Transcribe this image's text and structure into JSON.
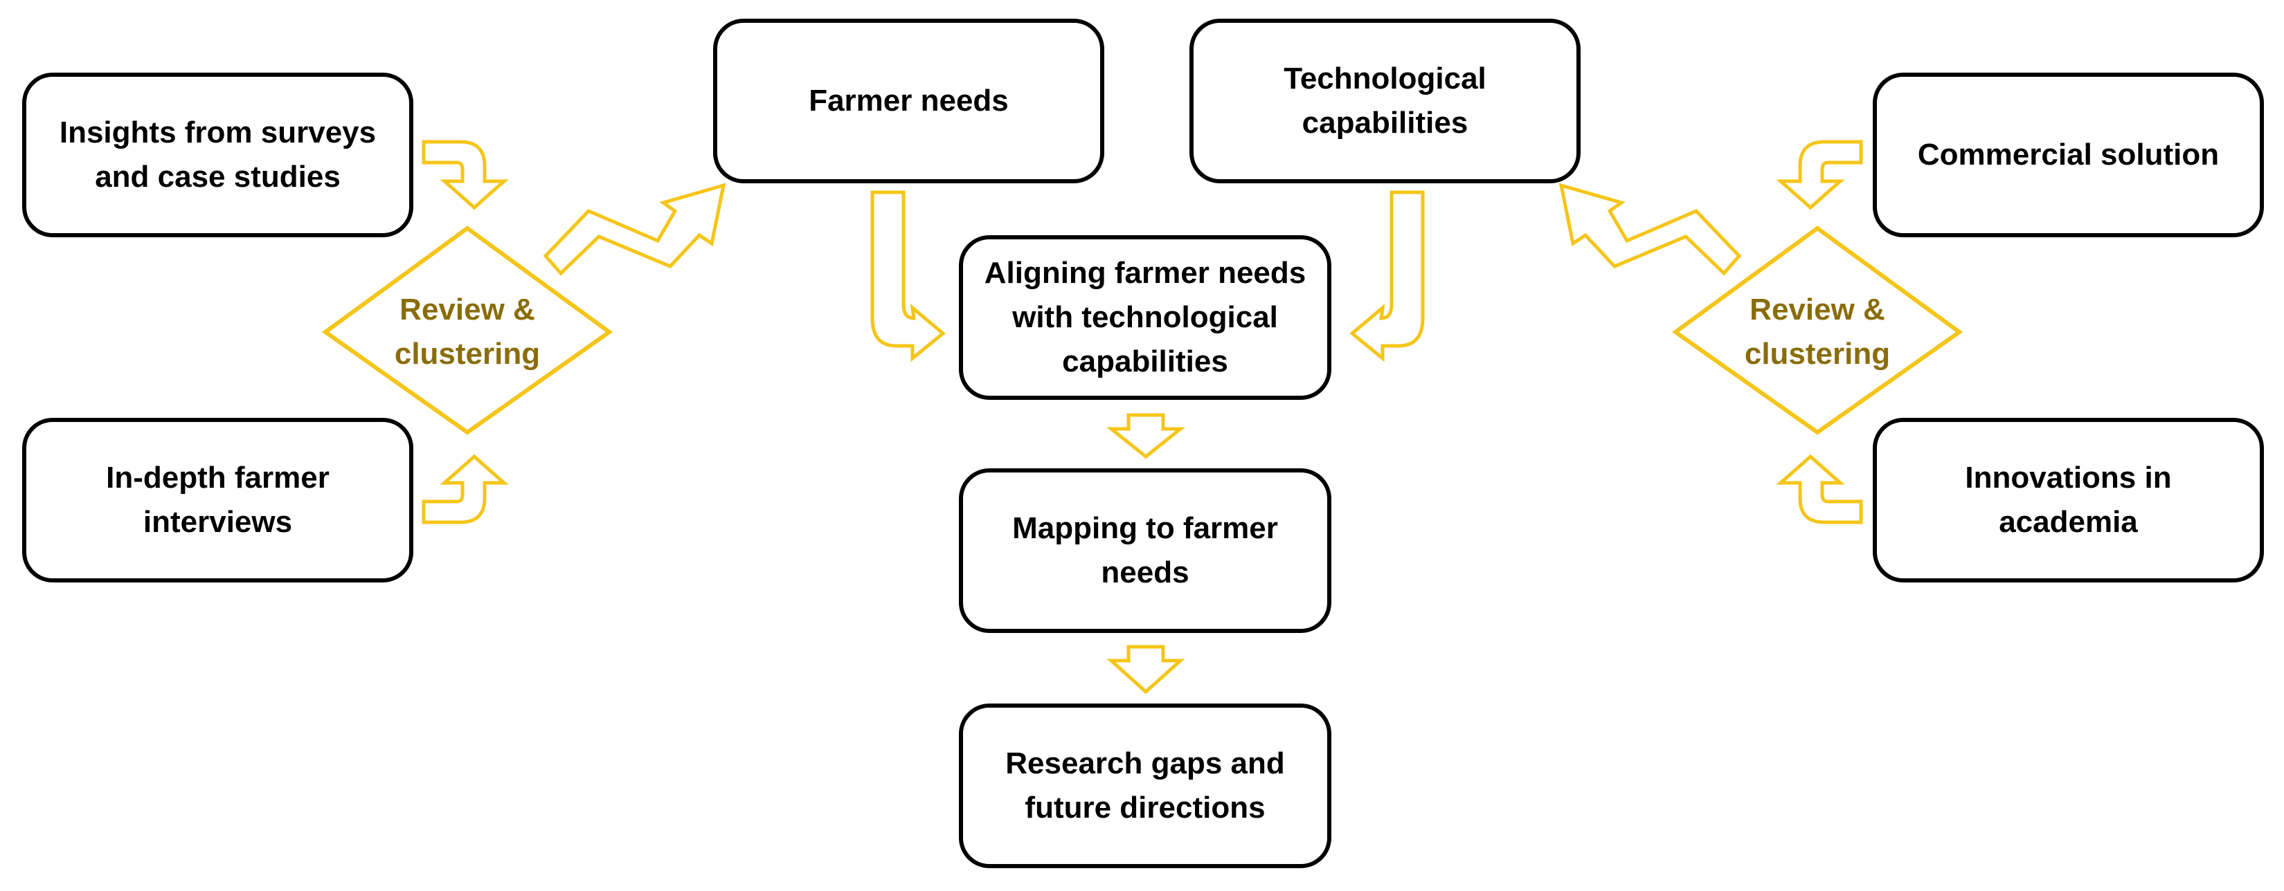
{
  "colors": {
    "arrow": "#F5C518",
    "diamond_stroke": "#F5C518",
    "diamond_text": "#8A6D0B",
    "box_border": "#000000"
  },
  "boxes": {
    "insights": {
      "line1": "Insights from surveys",
      "line2": "and case studies"
    },
    "interviews": {
      "line1": "In-depth farmer",
      "line2": "interviews"
    },
    "farmer_needs": {
      "line1": "Farmer needs"
    },
    "tech_capabilities": {
      "line1": "Technological",
      "line2": "capabilities"
    },
    "commercial": {
      "line1": "Commercial solution"
    },
    "innovations": {
      "line1": "Innovations in",
      "line2": "academia"
    },
    "aligning": {
      "line1": "Aligning farmer needs",
      "line2": "with technological",
      "line3": "capabilities"
    },
    "mapping": {
      "line1": "Mapping to farmer",
      "line2": "needs"
    },
    "research": {
      "line1": "Research gaps and",
      "line2": "future directions"
    }
  },
  "decisions": {
    "left": {
      "line1": "Review &",
      "line2": "clustering"
    },
    "right": {
      "line1": "Review &",
      "line2": "clustering"
    }
  }
}
